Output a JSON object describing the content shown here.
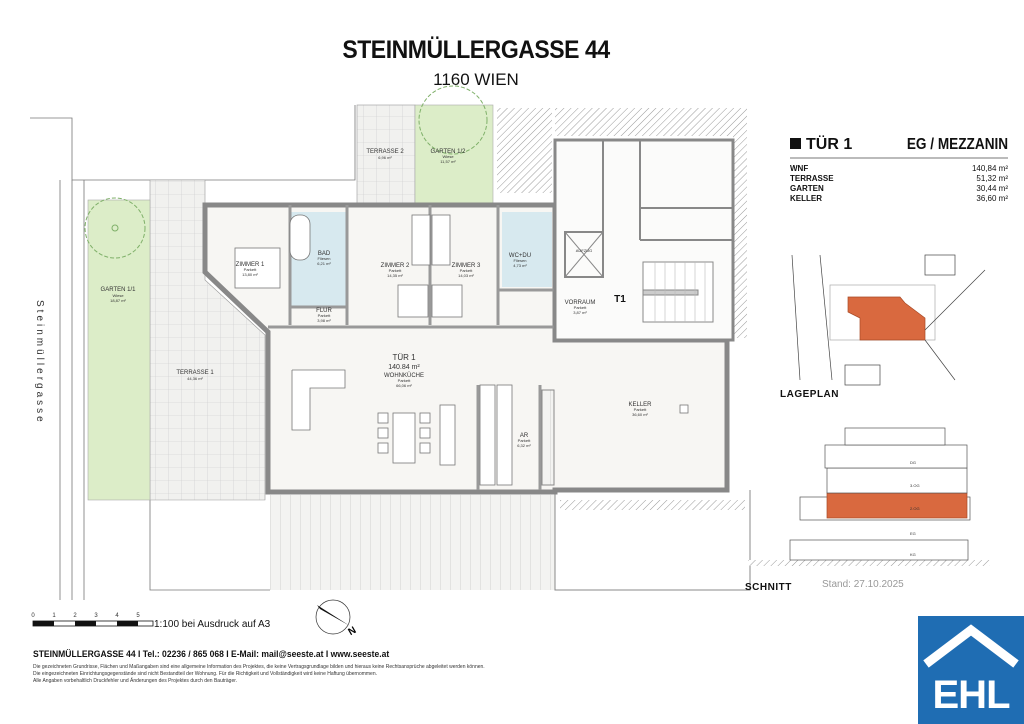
{
  "header": {
    "title": "STEINMÜLLERGASSE 44",
    "subtitle": "1160 WIEN"
  },
  "street_label": "Steinmüllergasse",
  "rooms": {
    "garten_1_1": {
      "name": "GARTEN 1/1",
      "floor": "Wiese",
      "area": "18,87 m²"
    },
    "terrasse_1": {
      "name": "TERRASSE 1",
      "area": "44,36 m²"
    },
    "terrasse_2": {
      "name": "TERRASSE 2",
      "area": "6,96 m²"
    },
    "garten_1_2": {
      "name": "GARTEN 1/2",
      "floor": "Wiese",
      "area": "11,57 m²"
    },
    "zimmer_1": {
      "name": "ZIMMER 1",
      "floor": "Parkett",
      "area": "13,80 m²"
    },
    "bad": {
      "name": "BAD",
      "floor": "Fliesen",
      "area": "6,21 m²"
    },
    "flur": {
      "name": "FLUR",
      "floor": "Parkett",
      "area": "3,98 m²"
    },
    "zimmer_2": {
      "name": "ZIMMER 2",
      "floor": "Parkett",
      "area": "14,35 m²"
    },
    "zimmer_3": {
      "name": "ZIMMER 3",
      "floor": "Parkett",
      "area": "14,03 m²"
    },
    "wc_du": {
      "name": "WC+DU",
      "floor": "Fliesen",
      "area": "4,73 m²"
    },
    "vorraum": {
      "name": "VORRAUM",
      "floor": "Parkett",
      "area": "3,87 m²"
    },
    "wohnkueche": {
      "unit": "TÜR 1",
      "total": "140.84 m²",
      "name": "WOHNKÜCHE",
      "floor": "Parkett",
      "area": "66,06 m²"
    },
    "ar": {
      "name": "AR",
      "floor": "Parkett",
      "area": "6,32 m²"
    },
    "keller": {
      "name": "KELLER",
      "floor": "Parkett",
      "area": "36,60 m²"
    },
    "aufzug": "AUFZUG",
    "stair": "T1"
  },
  "panel": {
    "unit": "TÜR 1",
    "level": "EG / MEZZANIN",
    "areas": [
      {
        "label": "WNF",
        "value": "140,84 m²"
      },
      {
        "label": "TERRASSE",
        "value": "51,32 m²"
      },
      {
        "label": "GARTEN",
        "value": "30,44 m²"
      },
      {
        "label": "KELLER",
        "value": "36,60 m²"
      }
    ],
    "site_plan_label": "LAGEPLAN",
    "section_label": "SCHNITT",
    "section_floors": [
      "DG",
      "3.OG",
      "2.OG",
      "EG",
      "KG"
    ],
    "date": "Stand: 27.10.2025",
    "highlight_color": "#d9693f"
  },
  "scale": {
    "ticks": [
      "0",
      "1",
      "2",
      "3",
      "4",
      "5"
    ],
    "text": "1:100 bei Ausdruck auf A3",
    "north": "N"
  },
  "footer": {
    "contact": "STEINMÜLLERGASSE 44 I Tel.: 02236 / 865 068 I E-Mail: mail@seeste.at I www.seeste.at",
    "disclaimer": [
      "Die gezeichneten Grundrisse, Flächen und Maßangaben sind eine allgemeine Information des Projektes, die keine Vertragsgrundlage bilden und hieraus keine Rechtsansprüche abgeleitet werden können.",
      "Die eingezeichneten Einrichtungsgegenstände sind nicht Bestandteil der Wohnung. Für die Richtigkeit und Vollständigkeit wird keine Haftung übernommen.",
      "Alle Angaben vorbehaltlich Druckfehler und Änderungen des Projektes durch den Bauträger."
    ]
  },
  "logo": {
    "text": "EHL",
    "color": "#1f6db3"
  }
}
